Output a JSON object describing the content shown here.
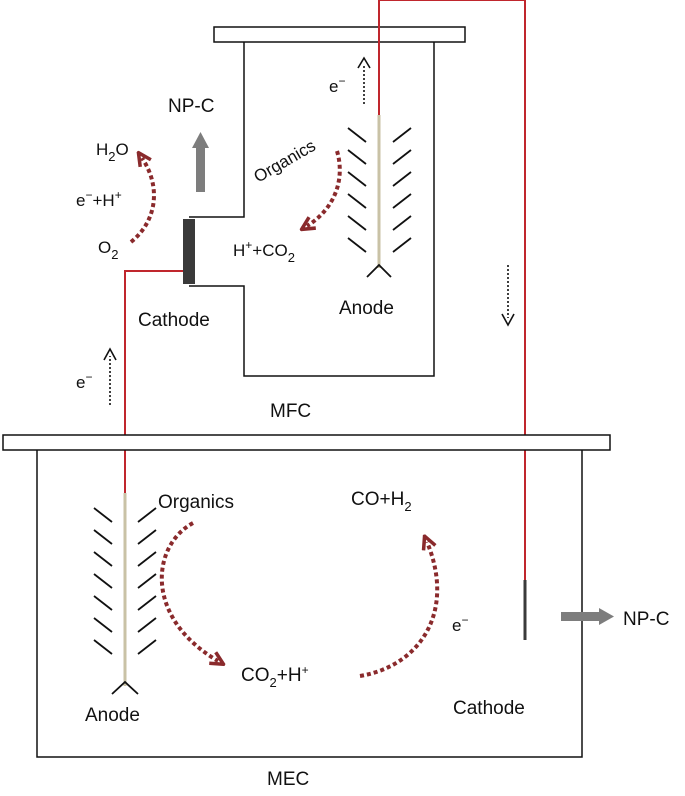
{
  "colors": {
    "wire": "#c0262d",
    "dotted_arrow": "#8a2a2c",
    "outline": "#111111",
    "product_arrow": "#7d7d7d",
    "cathode_plate": "#3a3a3a",
    "anode_rod": "#c9c2a6"
  },
  "mfc": {
    "name": "MFC",
    "anode_label": "Anode",
    "cathode_label": "Cathode",
    "organics_label": "Organics",
    "electron": {
      "base": "e",
      "sup": "−"
    },
    "product": "NP-C",
    "h2o": {
      "base": "H",
      "sub": "2",
      "tail": "O"
    },
    "o2": {
      "base": "O",
      "sub": "2"
    },
    "e_plus_h": {
      "e": "e",
      "e_sup": "−",
      "mid": "+H",
      "h_sup": "+"
    },
    "h_plus_co2": {
      "h": "H",
      "h_sup": "+",
      "mid": "+CO",
      "sub": "2"
    }
  },
  "circuit": {
    "electron": {
      "base": "e",
      "sup": "−"
    }
  },
  "mec": {
    "name": "MEC",
    "anode_label": "Anode",
    "cathode_label": "Cathode",
    "organics_label": "Organics",
    "co2_plus_h": {
      "base": "CO",
      "sub": "2",
      "tail": "+H",
      "sup": "+"
    },
    "co_plus_h2": {
      "base": "CO+H",
      "sub": "2"
    },
    "electron": {
      "base": "e",
      "sup": "−"
    },
    "product": "NP-C"
  }
}
